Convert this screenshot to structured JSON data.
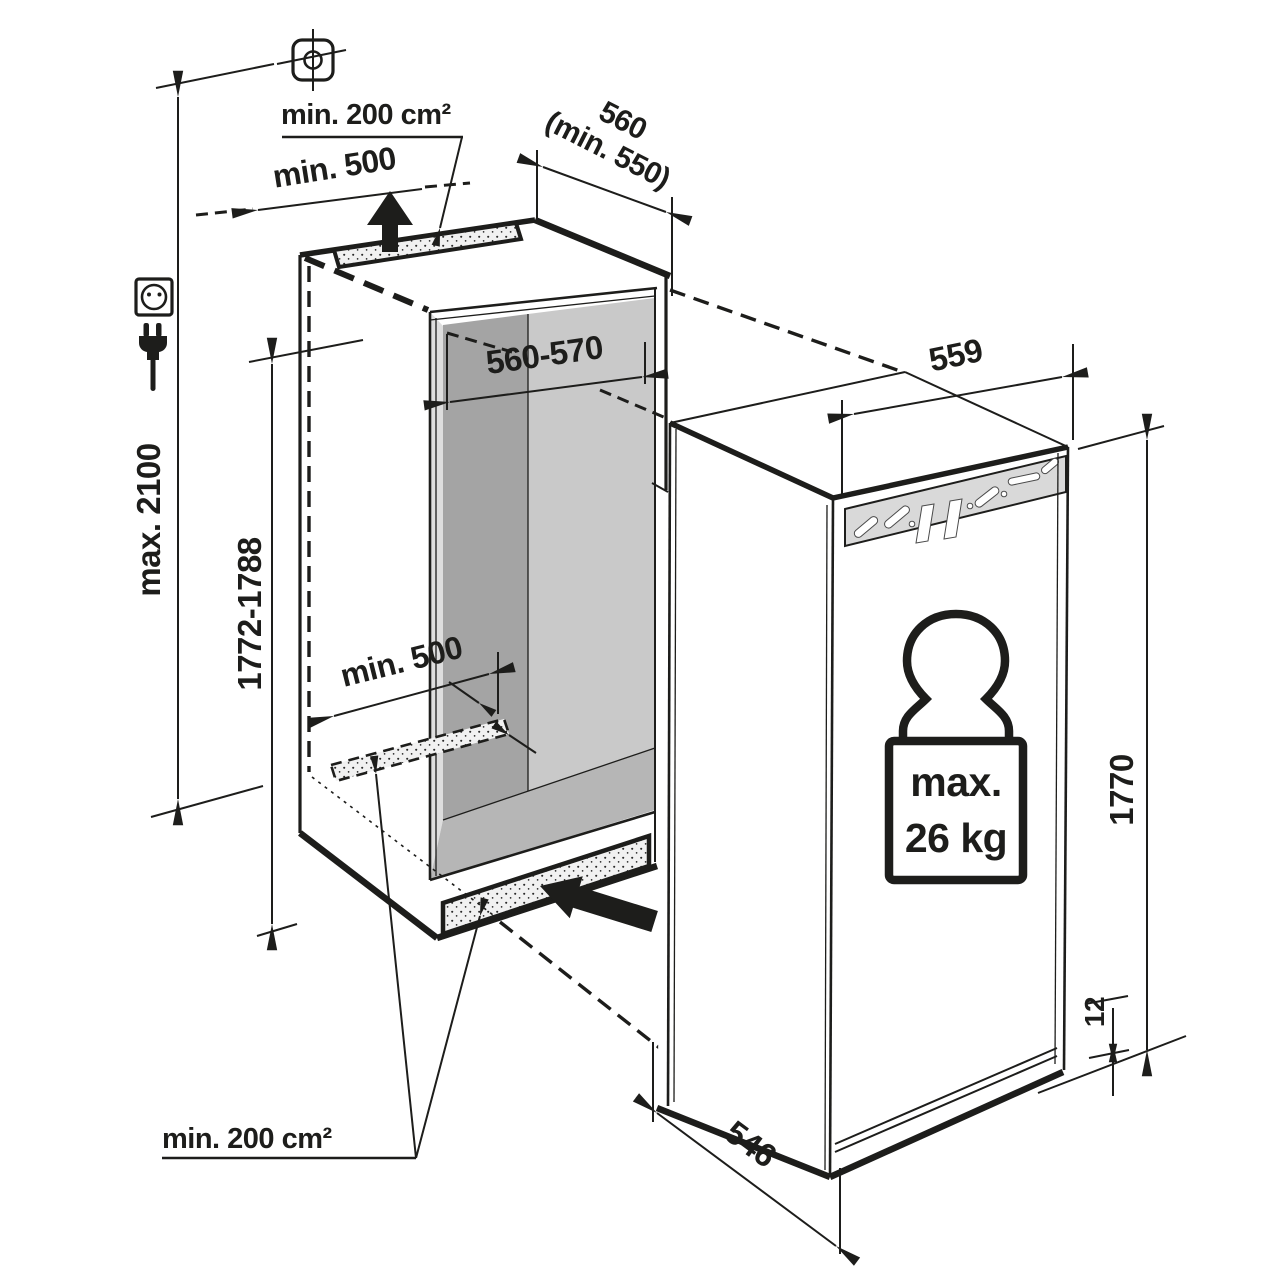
{
  "diagram": {
    "kind": "built-in appliance installation dimensions drawing",
    "dims": {
      "max_total_height": "max. 2100",
      "niche_height": "1772-1788",
      "niche_width": "560-570",
      "niche_depth": "560",
      "niche_depth_min": "(min. 550)",
      "top_rear_gap": "min. 500",
      "bottom_rear_gap": "min. 500",
      "top_vent_area": "min. 200 cm²",
      "bottom_vent_area": "min. 200 cm²",
      "appliance_width": "559",
      "appliance_height": "1770",
      "appliance_depth": "546",
      "plinth_gap": "12"
    },
    "weight_limit": {
      "prefix": "max.",
      "value": "26 kg"
    },
    "icons": {
      "registration_mark": "crosshair-register-mark",
      "power_socket": "socket-outlet",
      "power_plug": "mains-plug",
      "airflow_up_arrow": "air-outlet-arrow",
      "airflow_in_arrow": "air-inlet-arrow",
      "weight": "max-door-weight"
    },
    "colors": {
      "line": "#1d1d1b",
      "niche_side_wall": "#dedede",
      "niche_back_dark": "#a4a4a4",
      "niche_back_light": "#c9c9c9",
      "niche_floor": "#b6b6b6",
      "bracket_strip": "#d9d9d9",
      "vent_fill": "#f1f1f1"
    }
  }
}
